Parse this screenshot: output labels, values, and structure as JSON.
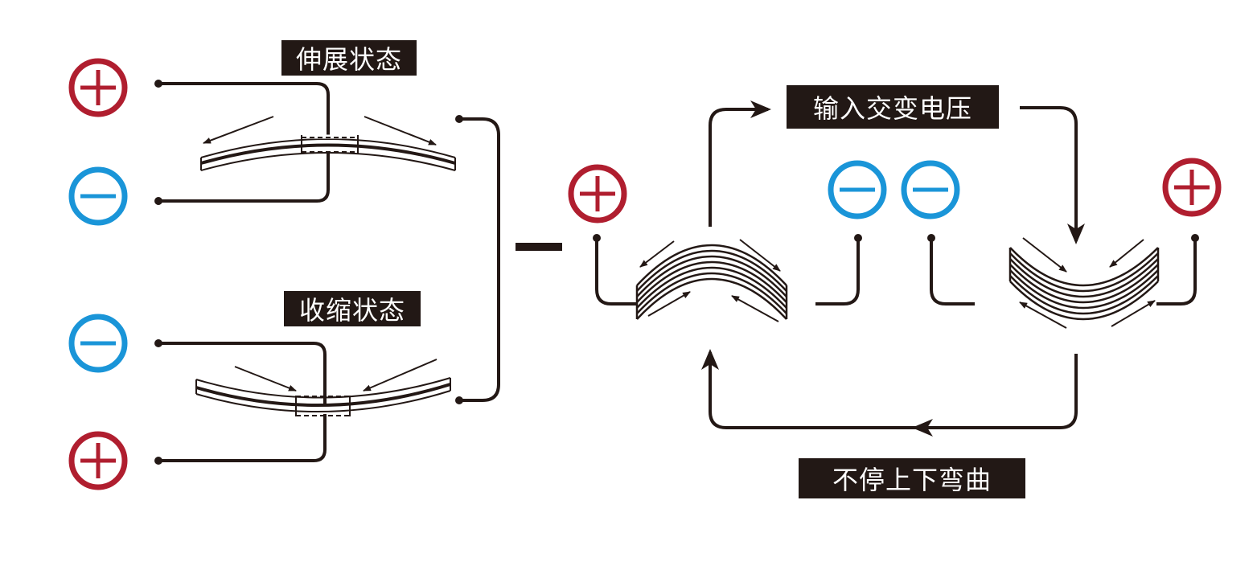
{
  "labels": {
    "extend_state": "伸展状态",
    "contract_state": "收缩状态",
    "input_ac_voltage": "输入交变电压",
    "continuous_bending": "不停上下弯曲"
  },
  "colors": {
    "positive": "#b01e2f",
    "negative": "#1a95d8",
    "line": "#231815",
    "label_bg": "#221815",
    "label_text": "#ffffff"
  },
  "icons": {
    "positive": "plus-circle-icon",
    "negative": "minus-circle-icon"
  }
}
